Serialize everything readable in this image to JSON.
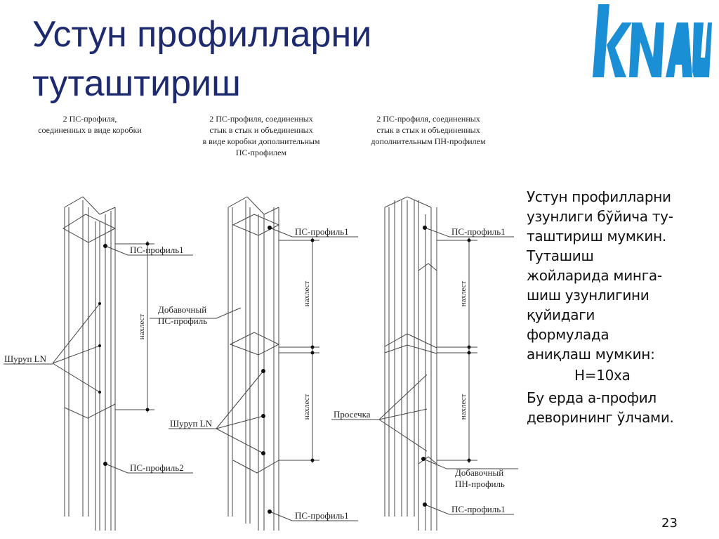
{
  "slide": {
    "title_lines": [
      "Устун профилларни",
      "туташтириш"
    ],
    "logo_text": "KNAUF",
    "brand_color": "#1a8fd6",
    "title_color": "#1d2a6e",
    "page_number": "23"
  },
  "diagram": {
    "captions": [
      [
        "2 ПС-профиля,",
        "соединенных в виде коробки"
      ],
      [
        "2 ПС-профиля, соединенных",
        "стык в стык и объединенных",
        "в виде коробки дополнительным",
        "ПС-профилем"
      ],
      [
        "2 ПС-профиля, соединенных",
        "стык в стык и объединенных",
        "дополнительным ПН-профилем"
      ]
    ],
    "labels": {
      "ps1": "ПС-профиль1",
      "ps2": "ПС-профиль2",
      "extra_ps_1": "Добавочный",
      "extra_ps_2": "ПС-профиль",
      "screw": "Шуруп LN",
      "overlap": "нахлест",
      "notch": "Просечка",
      "extra_pn_1": "Добавочный",
      "extra_pn_2": "ПН-профиль"
    }
  },
  "body": {
    "lines": [
      "Устун профилларни",
      "узунлиги бўйича ту-",
      "таштириш мумкин.",
      "Туташиш",
      "жойларида минга-",
      "шиш узунлигини",
      "қуйидаги",
      "формулада",
      "аниқлаш мумкин:"
    ],
    "formula": "H=10xa",
    "lines2": [
      "Бу ерда а-профил",
      "деворининг ўлчами."
    ]
  }
}
